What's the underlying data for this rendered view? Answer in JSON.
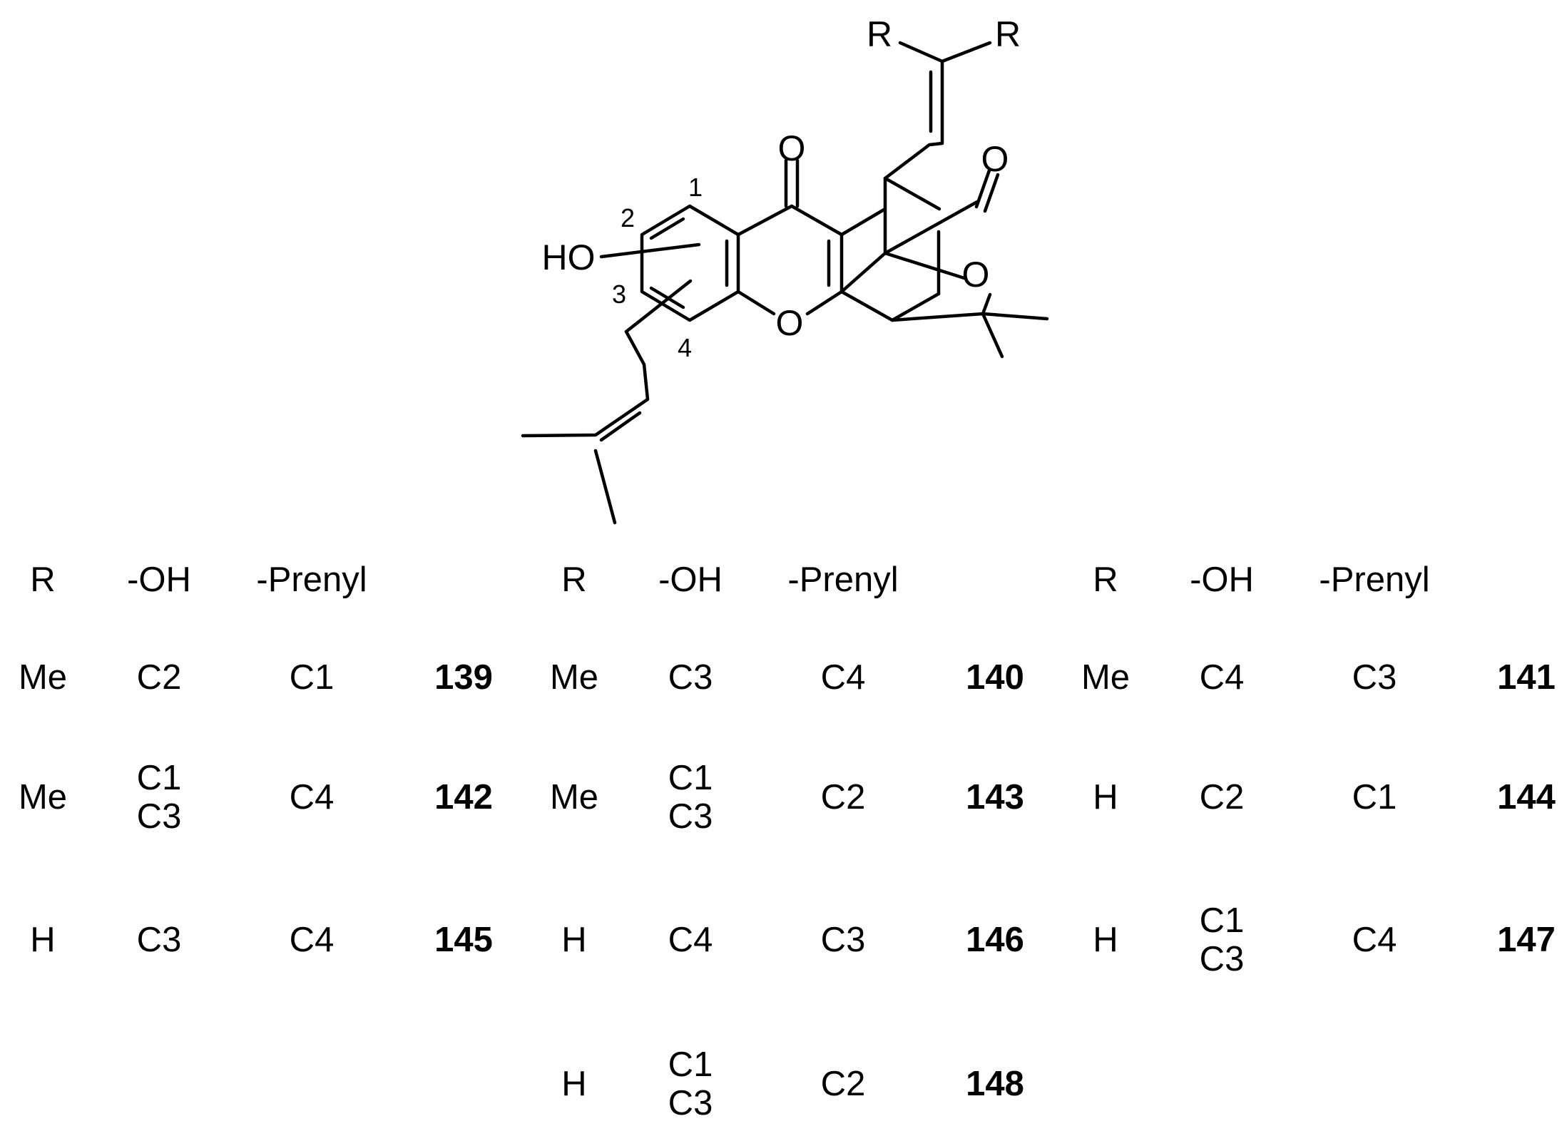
{
  "structure": {
    "atoms": {
      "r_left": "R",
      "r_right": "R",
      "ho": "HO",
      "o_ketone": "O",
      "o_lactone_carbonyl": "O",
      "o_ring": "O",
      "o_ether": "O"
    },
    "position_numbers": [
      "1",
      "2",
      "3",
      "4"
    ]
  },
  "table": {
    "headers": [
      "R",
      "-OH",
      "-Prenyl"
    ],
    "groups": [
      {
        "rows": [
          {
            "r": "Me",
            "oh": [
              "C2"
            ],
            "prenyl": "C1",
            "compound": "139"
          },
          {
            "r": "Me",
            "oh": [
              "C1",
              "C3"
            ],
            "prenyl": "C4",
            "compound": "142"
          },
          {
            "r": "H",
            "oh": [
              "C3"
            ],
            "prenyl": "C4",
            "compound": "145"
          }
        ]
      },
      {
        "rows": [
          {
            "r": "Me",
            "oh": [
              "C3"
            ],
            "prenyl": "C4",
            "compound": "140"
          },
          {
            "r": "Me",
            "oh": [
              "C1",
              "C3"
            ],
            "prenyl": "C2",
            "compound": "143"
          },
          {
            "r": "H",
            "oh": [
              "C4"
            ],
            "prenyl": "C3",
            "compound": "146"
          },
          {
            "r": "H",
            "oh": [
              "C1",
              "C3"
            ],
            "prenyl": "C2",
            "compound": "148"
          }
        ]
      },
      {
        "rows": [
          {
            "r": "Me",
            "oh": [
              "C4"
            ],
            "prenyl": "C3",
            "compound": "141"
          },
          {
            "r": "H",
            "oh": [
              "C2"
            ],
            "prenyl": "C1",
            "compound": "144"
          },
          {
            "r": "H",
            "oh": [
              "C1",
              "C3"
            ],
            "prenyl": "C4",
            "compound": "147"
          }
        ]
      }
    ]
  }
}
